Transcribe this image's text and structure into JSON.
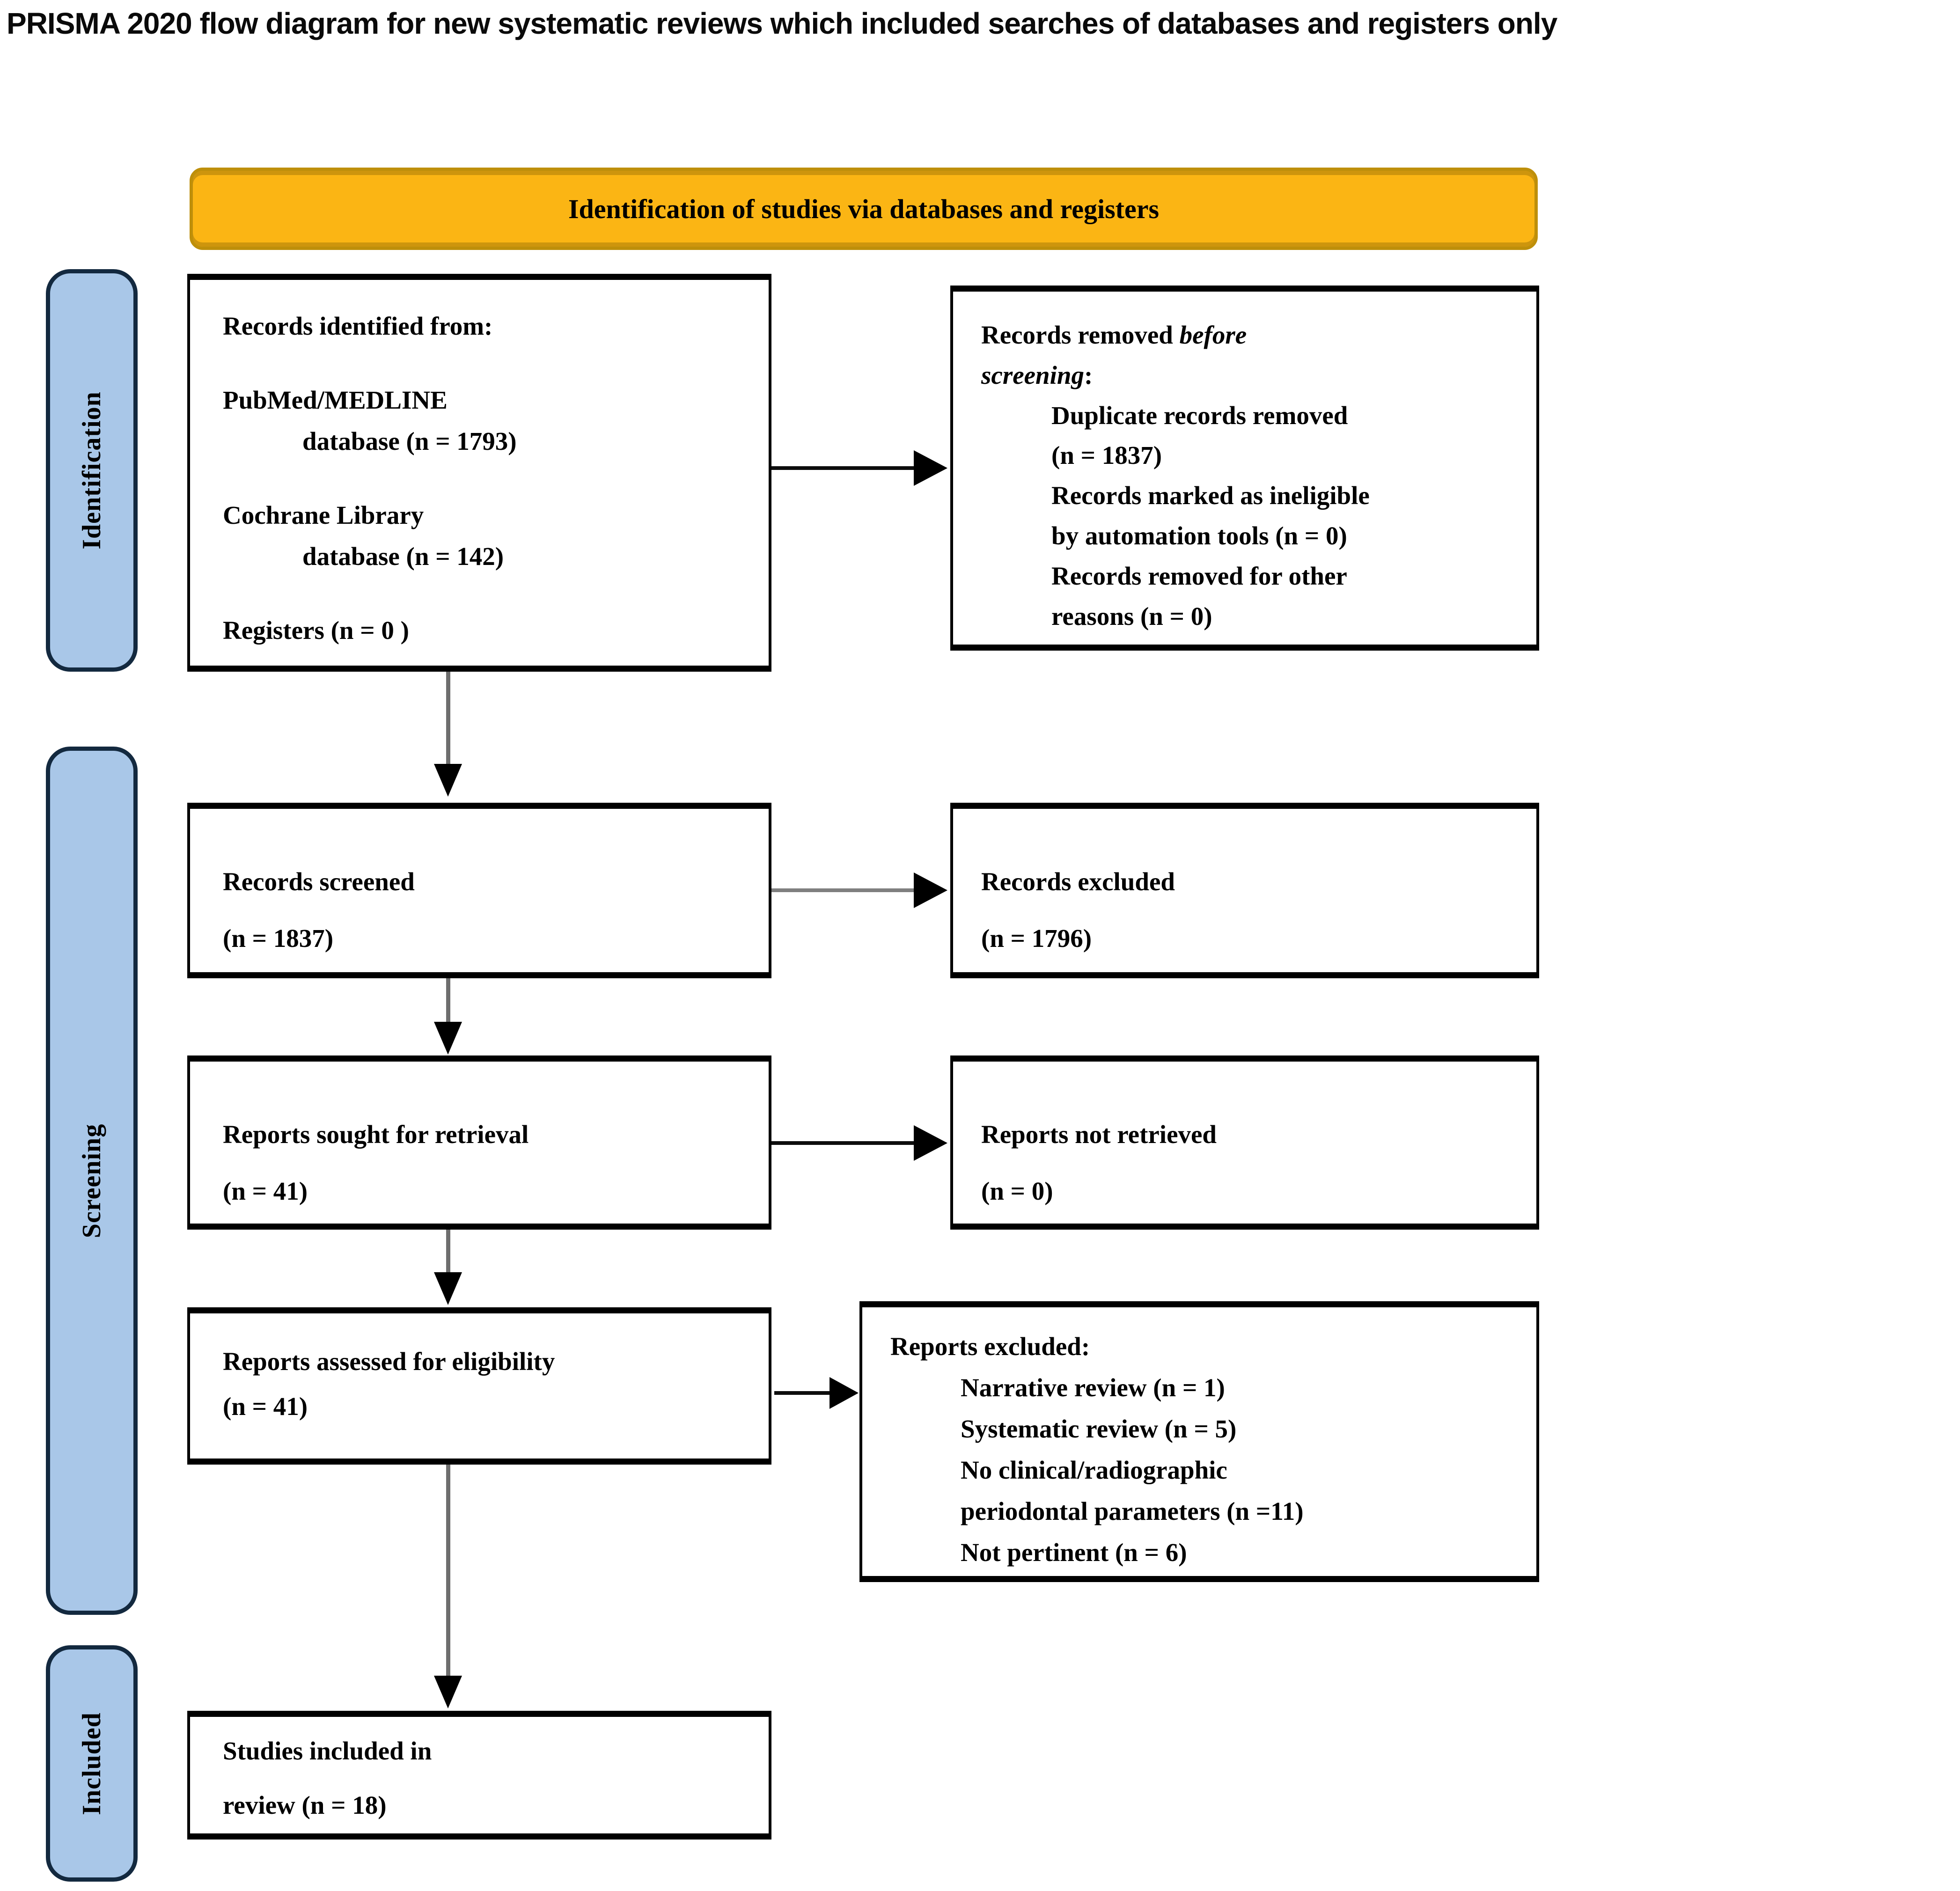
{
  "title": "PRISMA 2020 flow diagram for new systematic reviews which included searches of databases and registers only",
  "banner": {
    "label": "Identification of studies via databases and registers"
  },
  "stages": {
    "identification": "Identification",
    "screening": "Screening",
    "included": "Included"
  },
  "colors": {
    "banner_orange": "#FBB514",
    "banner_border": "#BE8F0A",
    "stage_blue": "#A9C7E8",
    "stage_border": "#13293F",
    "arrow_gray": "#6E6E6E",
    "text": "#000000"
  },
  "boxes": {
    "records_identified": {
      "lines": [
        "Records identified from:",
        "PubMed/MEDLINE",
        "database (n = 1793)",
        "Cochrane Library",
        "database (n = 142)",
        "Registers (n = 0 )"
      ]
    },
    "records_removed": {
      "title1_normal": "Records removed ",
      "title1_italic": "before",
      "title2_italic": "screening",
      "title2_suffix": ":",
      "items": [
        "Duplicate records removed",
        "(n = 1837)",
        "Records marked as ineligible",
        "by automation tools (n = 0)",
        "Records removed for other",
        "reasons (n = 0)"
      ]
    },
    "records_screened": {
      "lines": [
        "Records screened",
        "(n = 1837)"
      ]
    },
    "records_excluded": {
      "lines": [
        "Records excluded",
        "(n = 1796)"
      ]
    },
    "reports_sought": {
      "lines": [
        "Reports sought for retrieval",
        "(n = 41)"
      ]
    },
    "reports_not_retrieved": {
      "lines": [
        "Reports not retrieved",
        "(n = 0)"
      ]
    },
    "reports_assessed": {
      "lines": [
        "Reports assessed for eligibility",
        "(n = 41)"
      ]
    },
    "reports_excluded": {
      "title": "Reports excluded:",
      "items": [
        "Narrative review (n = 1)",
        "Systematic review (n = 5)",
        "No clinical/radiographic",
        "periodontal parameters (n =11)",
        "Not pertinent (n = 6)"
      ]
    },
    "studies_included": {
      "lines": [
        "Studies included in",
        "review (n = 18)"
      ]
    }
  }
}
